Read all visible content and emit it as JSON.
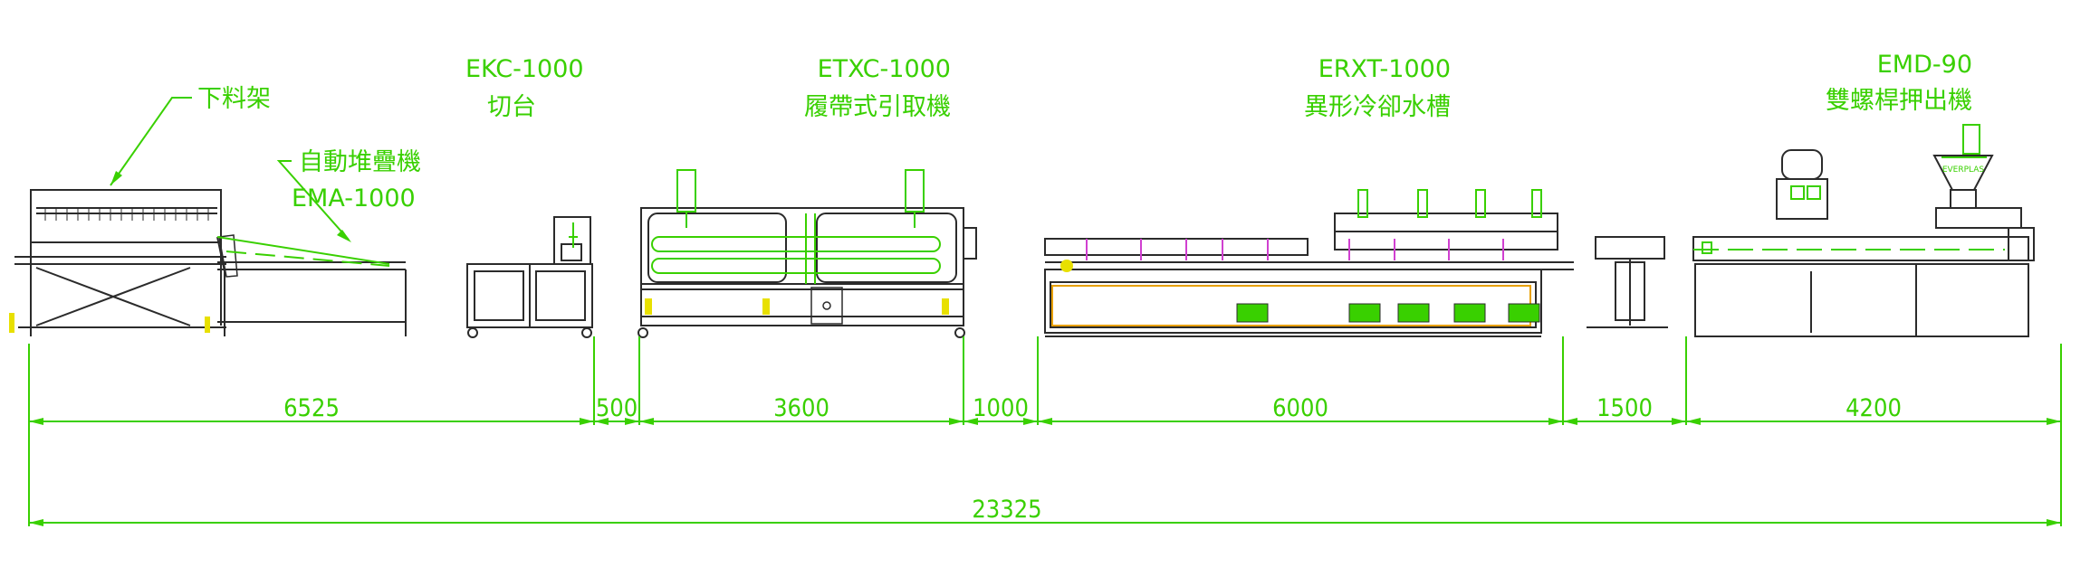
{
  "machines": {
    "rack": {
      "name": "下料架"
    },
    "stacker": {
      "name": "自動堆疊機",
      "model": "EMA-1000"
    },
    "cutter": {
      "model": "EKC-1000",
      "name": "切台"
    },
    "hauloff": {
      "model": "ETXC-1000",
      "name": "履帶式引取機"
    },
    "tank": {
      "model": "ERXT-1000",
      "name": "異形冷卻水槽"
    },
    "extruder": {
      "model": "EMD-90",
      "name": "雙螺桿押出機",
      "hopper_brand": "EVERPLAS"
    }
  },
  "dimensions": {
    "segments": [
      "6525",
      "500",
      "3600",
      "1000",
      "6000",
      "1500",
      "4200"
    ],
    "total": "23325"
  },
  "colors": {
    "line": "#2b2b2b",
    "annotation": "#39d000",
    "marker": "#e8e000",
    "accent": "#d040d0",
    "band": "#e8a000"
  }
}
